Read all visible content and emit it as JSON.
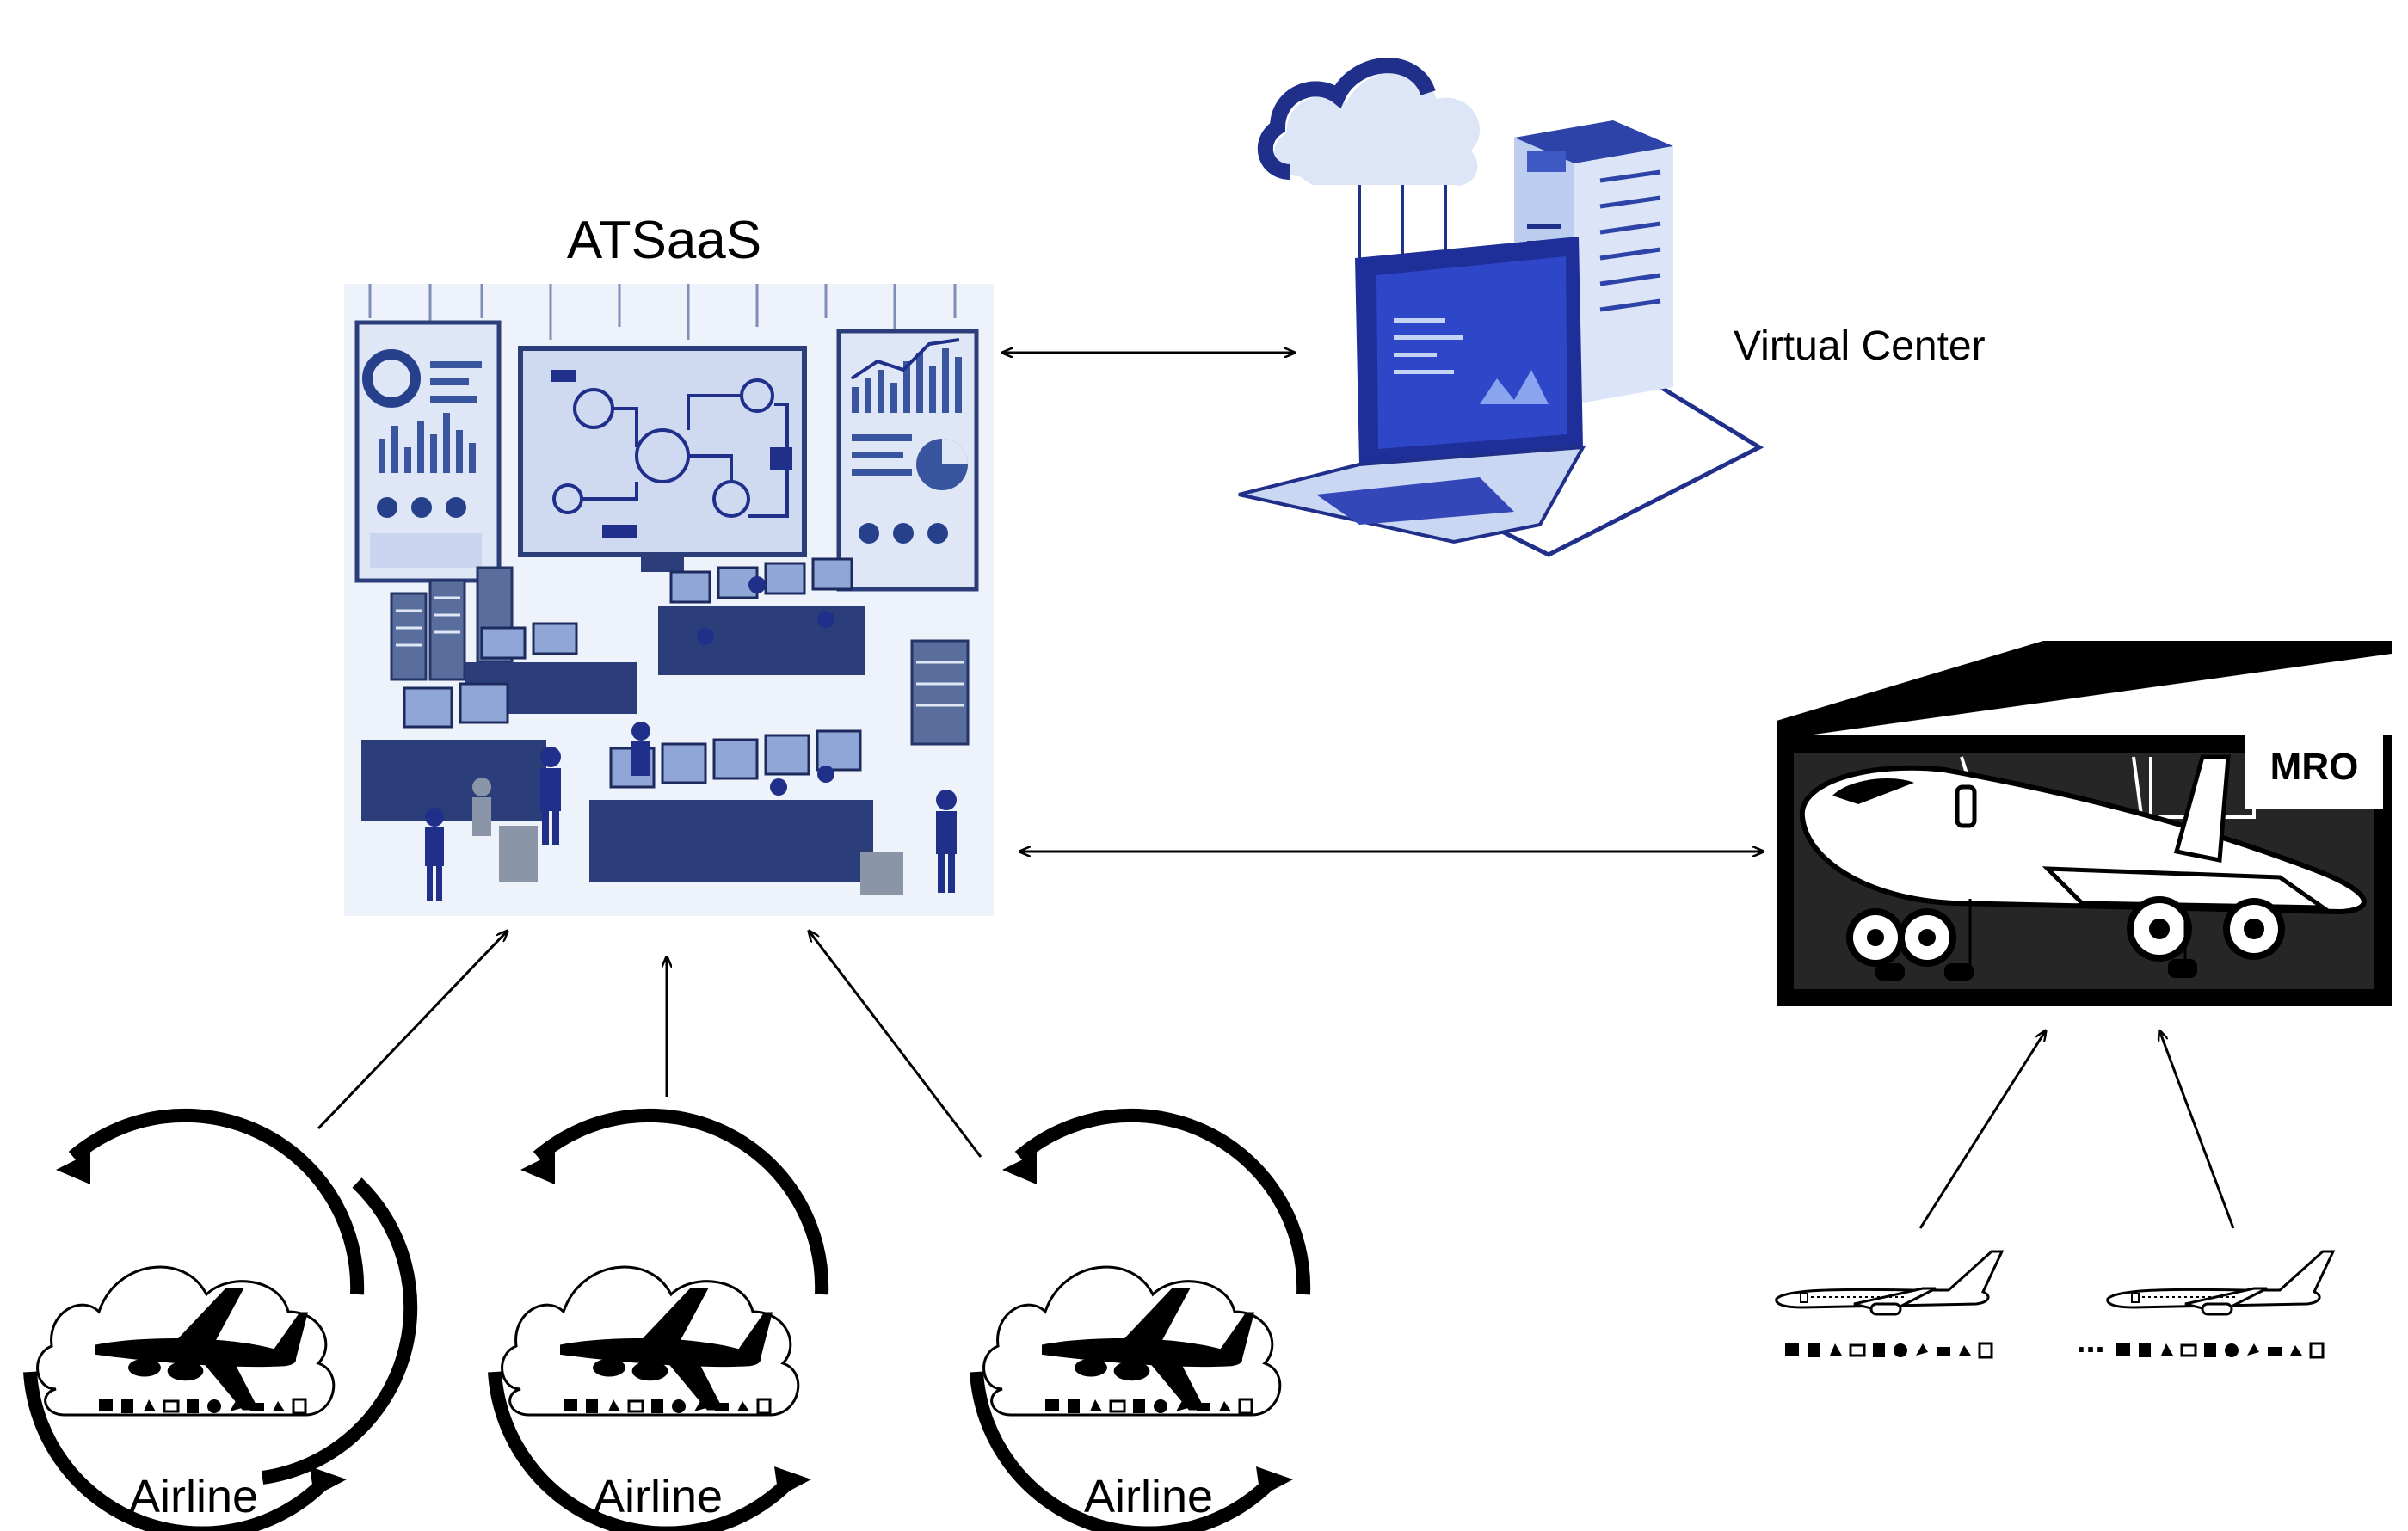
{
  "nodes": {
    "atsaas": {
      "label": "ATSaaS",
      "icon": "operations-center-illustration"
    },
    "virtual_center": {
      "label": "Virtual Center",
      "icon": "cloud-laptop-server-illustration"
    },
    "mro": {
      "label": "MRO",
      "icon": "aircraft-hangar-illustration"
    },
    "airlines": [
      {
        "label": "Airline",
        "icon": "airline-cycle-icon"
      },
      {
        "label": "Airline",
        "icon": "airline-cycle-icon"
      },
      {
        "label": "Airline",
        "icon": "airline-cycle-icon"
      }
    ],
    "fleet": {
      "ellipsis": "...",
      "icon": "aircraft-fleet-icon"
    }
  },
  "colors": {
    "navy": "#1f2f8a",
    "light_blue": "#c9d7f2",
    "ink": "#000000"
  }
}
